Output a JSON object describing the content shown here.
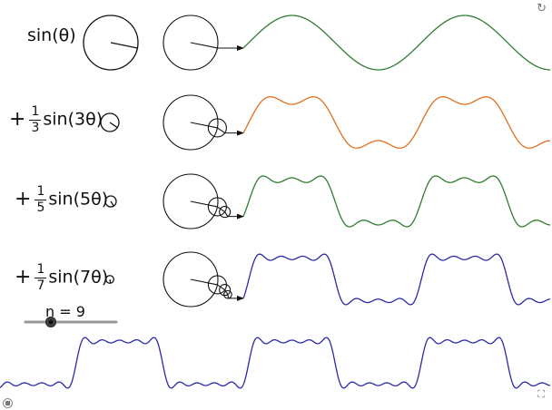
{
  "terms": [
    {
      "prefix": "",
      "numerator": "",
      "denominator": "",
      "func": "sin(θ)",
      "color": "#2e7d32"
    },
    {
      "prefix": "+",
      "numerator": "1",
      "denominator": "3",
      "func": "sin(3θ)",
      "color": "#e07020"
    },
    {
      "prefix": "+",
      "numerator": "1",
      "denominator": "5",
      "func": "sin(5θ)",
      "color": "#2e7d32"
    },
    {
      "prefix": "+",
      "numerator": "1",
      "denominator": "7",
      "func": "sin(7θ)",
      "color": "#2a2aa8"
    }
  ],
  "slider": {
    "label": "n = 9",
    "value": 9
  },
  "final_wave_color": "#2a2aa8",
  "icons": {
    "top_right": "refresh-icon",
    "bottom_right": "fullscreen-icon",
    "bottom_left": "settings-icon"
  }
}
